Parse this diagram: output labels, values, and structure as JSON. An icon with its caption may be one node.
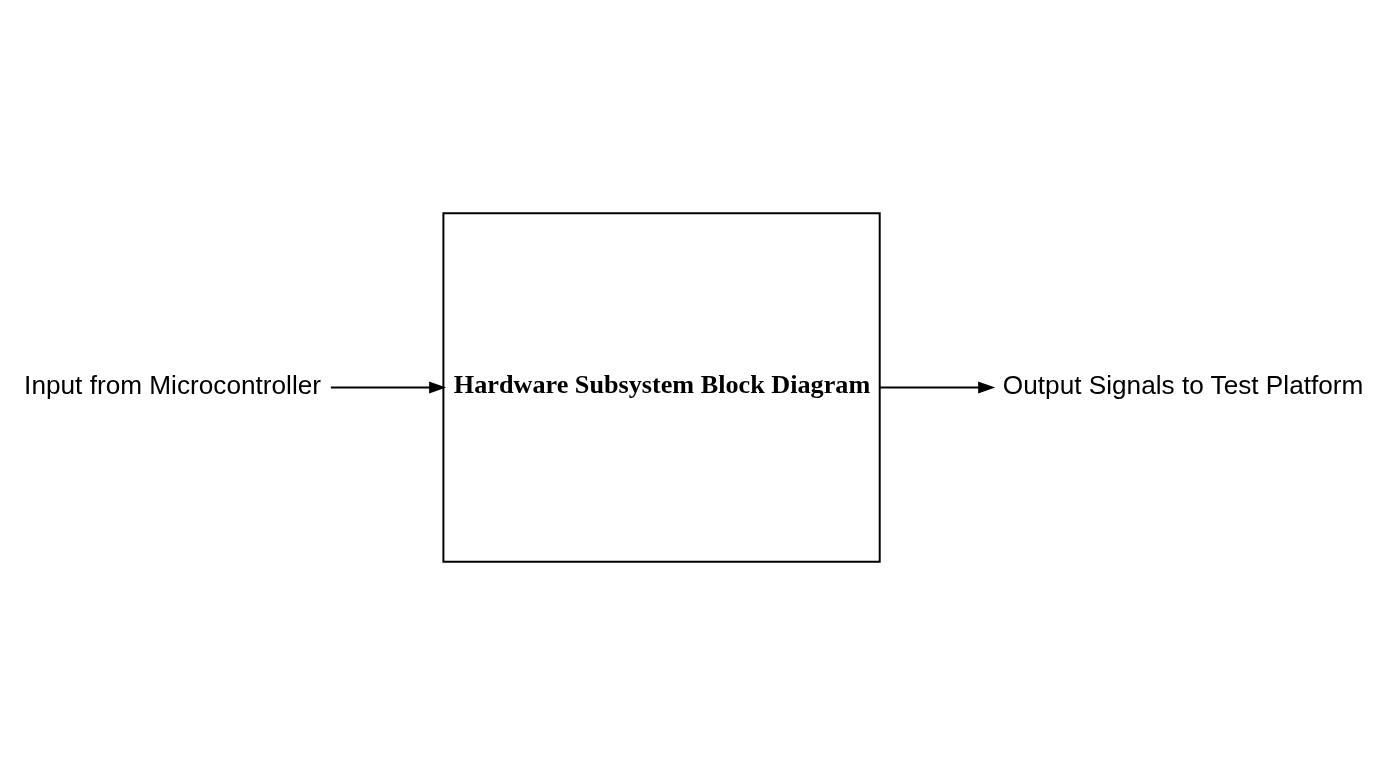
{
  "diagram": {
    "nodes": [
      {
        "text": [
          "Input from Microcontroller"
        ]
      },
      {
        "text": [
          "Hardware Subsystem Block Diagram"
        ]
      },
      {
        "text": [
          "Output Signals to Test Platform"
        ]
      }
    ],
    "edges": [
      {
        "from": 0,
        "to": 1,
        "arrow": "to"
      },
      {
        "from": 1,
        "to": 2,
        "arrow": "to"
      }
    ]
  }
}
